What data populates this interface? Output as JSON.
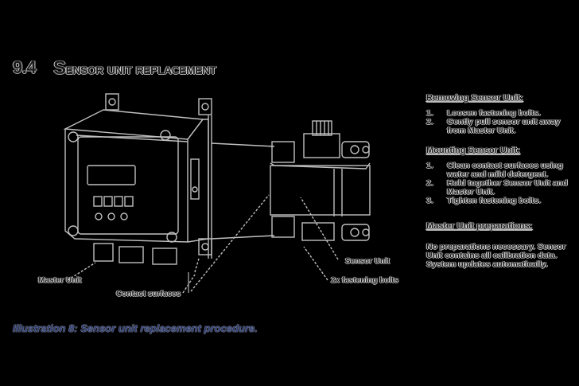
{
  "heading": {
    "number": "9.4",
    "title": "Sensor unit replacement"
  },
  "instructions": {
    "removing": {
      "title": "Removing Sensor Unit:",
      "steps": [
        {
          "n": "1.",
          "text": "Loosen fastening bolts."
        },
        {
          "n": "2.",
          "text": "Gently pull sensor unit away from Master Unit."
        }
      ]
    },
    "mounting": {
      "title": "Mounting Sensor Unit:",
      "steps": [
        {
          "n": "1.",
          "text": "Clean contact surfaces using water and mild detergent."
        },
        {
          "n": "2.",
          "text": "Hold together Sensor Unit and Master Unit."
        },
        {
          "n": "3.",
          "text": "Tighten fastening bolts."
        }
      ]
    },
    "master": {
      "title": "Master Unit preparations:",
      "text": "No preparations necessary. Sensor Unit contains all calibration data. System updates automatically."
    }
  },
  "illustration": {
    "labels": {
      "master_unit": "Master Unit",
      "contact_surfaces": "Contact surfaces",
      "sensor_unit": "Sensor Unit",
      "fastening_bolts": "2x fastening bolts"
    },
    "caption": "Illustration 8: Sensor unit replacement procedure.",
    "colors": {
      "background": "#000000",
      "stroke": "#bfbfbf",
      "caption": "#2b3a6e"
    }
  }
}
